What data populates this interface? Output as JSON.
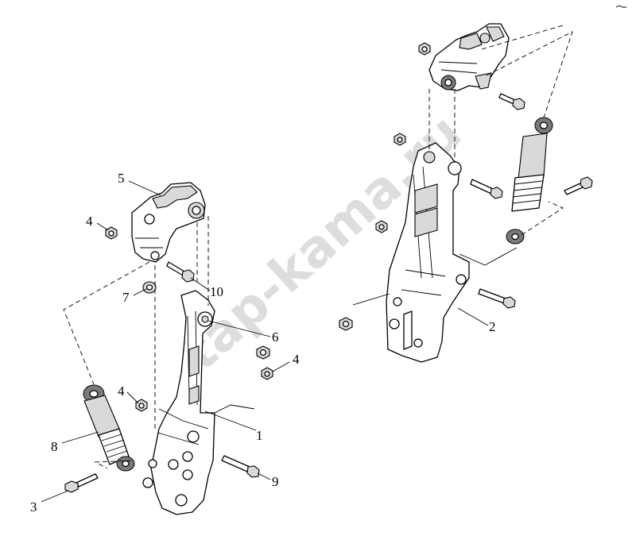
{
  "callouts": {
    "c1": "1",
    "c2": "2",
    "c3": "3",
    "c4a": "4",
    "c4b": "4",
    "c4c": "4",
    "c5": "5",
    "c6": "6",
    "c7": "7",
    "c8": "8",
    "c9": "9",
    "c10": "10"
  },
  "watermark": "tap-kama.ru",
  "colors": {
    "ink": "#000000",
    "shade": "#d9d9d9",
    "dark": "#7a7a7a"
  }
}
